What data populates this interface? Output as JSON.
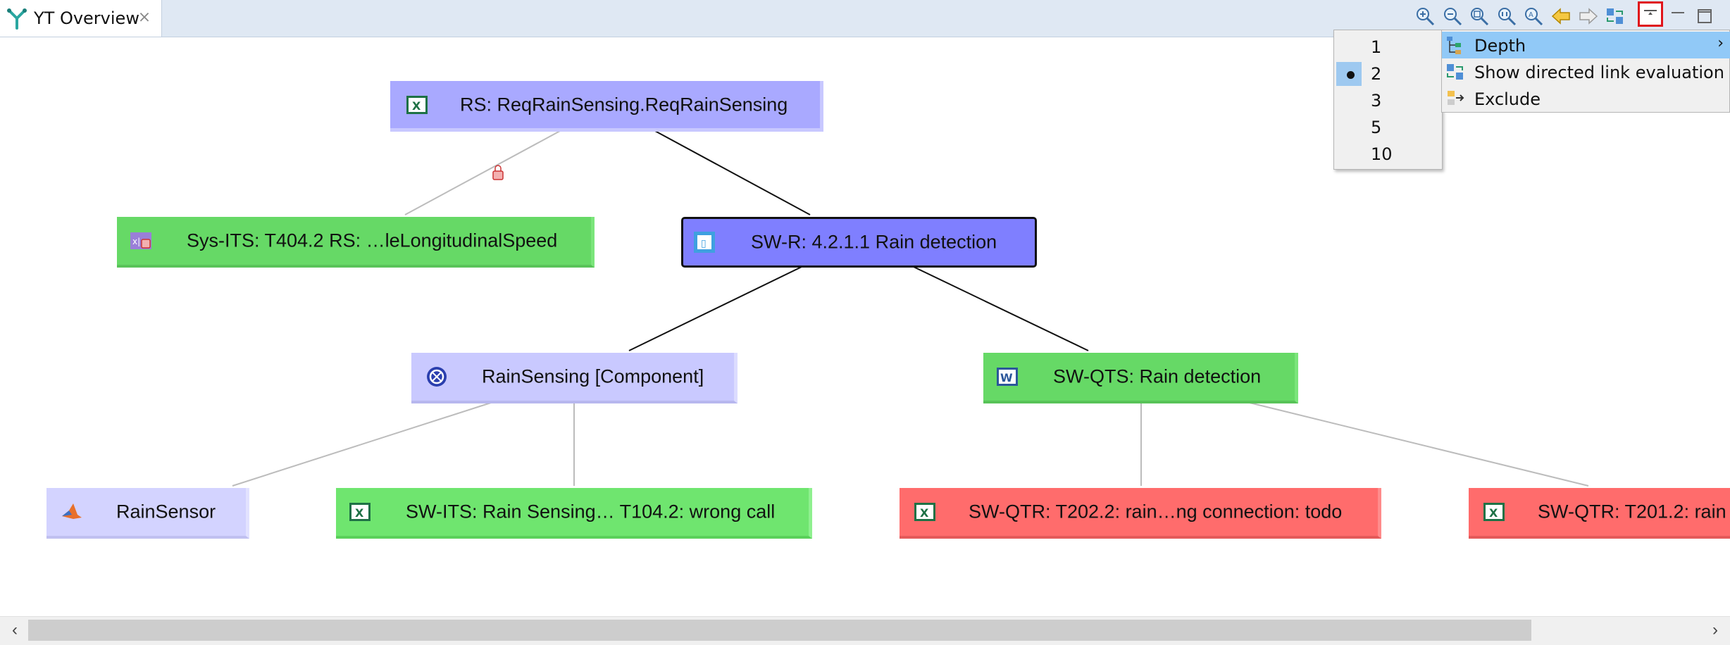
{
  "tab": {
    "title": "YT Overview",
    "close_glyph": "⨯"
  },
  "toolbar": {
    "icons": [
      "zoom-in-icon",
      "zoom-out-icon",
      "zoom-fit-icon",
      "zoom-actual-icon",
      "zoom-text-icon",
      "back-arrow-icon",
      "forward-arrow-icon",
      "refresh-link-icon",
      "view-menu-icon",
      "minimize-icon",
      "maximize-icon"
    ]
  },
  "nodes": {
    "rs": "RS: ReqRainSensing.ReqRainSensing",
    "sysits": "Sys-ITS: T404.2 RS: …leLongitudinalSpeed",
    "swr": "SW-R: 4.2.1.1 Rain detection",
    "rainsensing": "RainSensing [Component]",
    "swqts": "SW-QTS: Rain detection",
    "rainsensor": "RainSensor",
    "swits": "SW-ITS: Rain Sensing… T104.2: wrong call",
    "swqtr1": "SW-QTR: T202.2: rain…ng connection: todo",
    "swqtr2": "SW-QTR: T201.2: rain"
  },
  "depth_menu": {
    "items": [
      "1",
      "2",
      "3",
      "5",
      "10"
    ],
    "selected": "2"
  },
  "context_menu": {
    "items": [
      {
        "label": "Depth",
        "submenu": "›"
      },
      {
        "label": "Show directed link evaluation"
      },
      {
        "label": "Exclude"
      }
    ]
  },
  "scrollbar": {
    "left_arrow": "‹",
    "right_arrow": "›"
  },
  "colors": {
    "blue_node": "#a9a9ff",
    "selected_node": "#7f7fff",
    "green_node": "#66d966",
    "lavender_node": "#c9c9ff",
    "red_node": "#ff6c6c",
    "menu_highlight": "#91c9f7"
  }
}
